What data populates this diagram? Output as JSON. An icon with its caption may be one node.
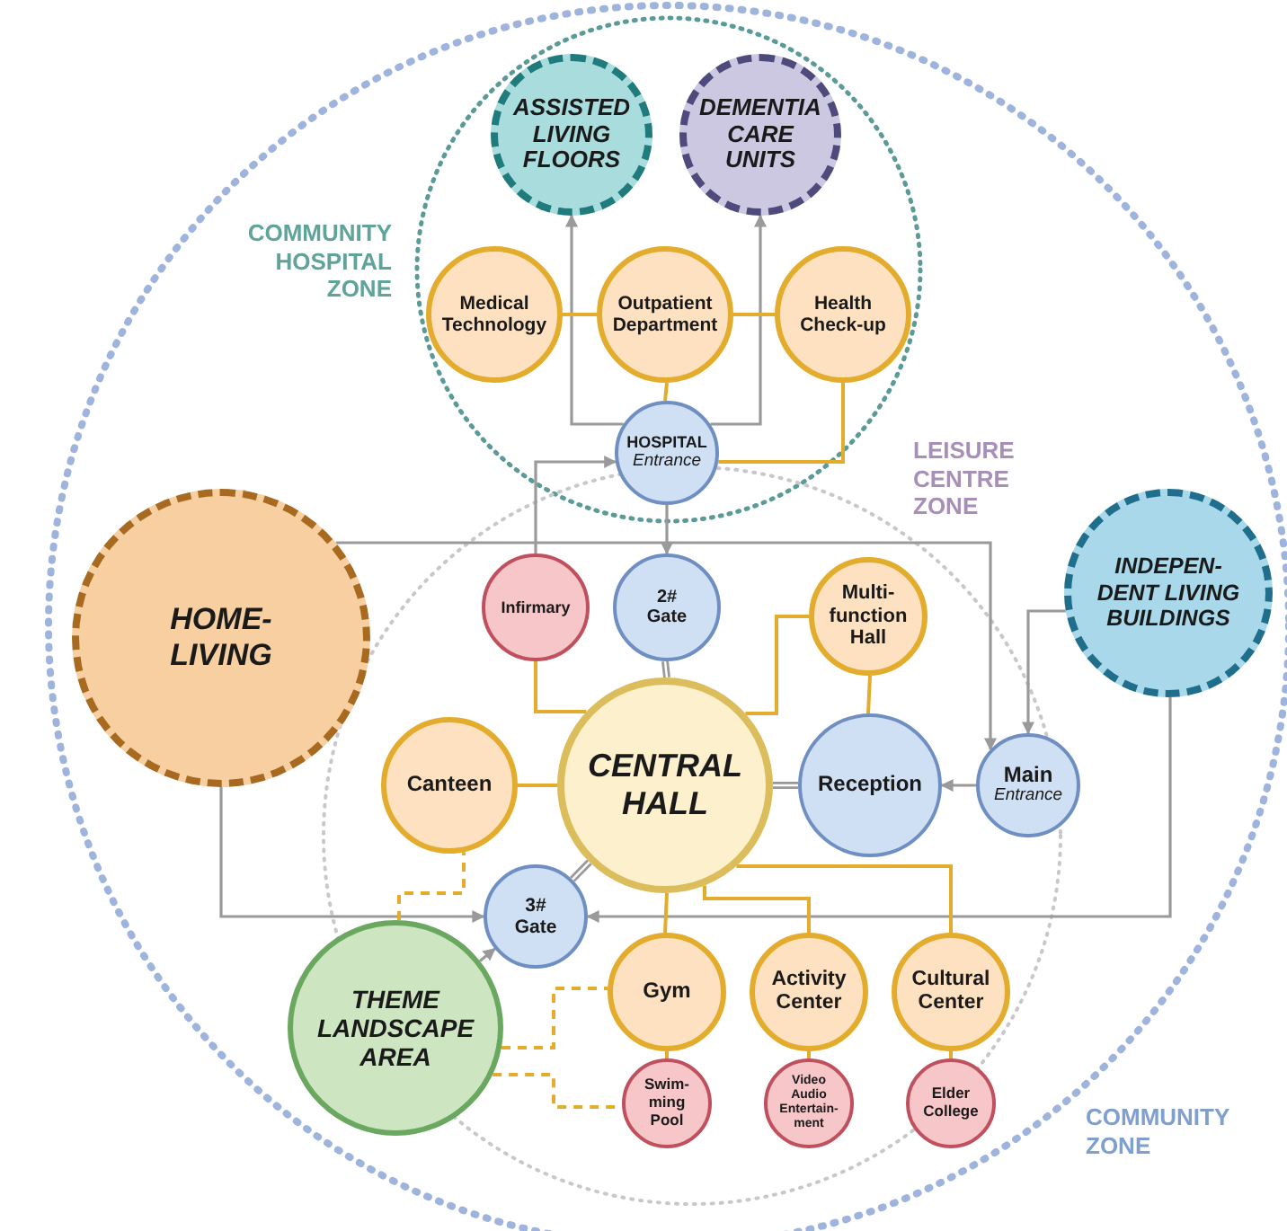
{
  "diagram": {
    "nodes": [
      {
        "text": [
          "ASSISTED LIVING FLOORS"
        ]
      },
      {
        "text": [
          "DEMENTIA CARE UNITS"
        ]
      },
      {
        "text": [
          "Medical Technology"
        ]
      },
      {
        "text": [
          "Outpatient Department"
        ]
      },
      {
        "text": [
          "Health Check-up"
        ]
      },
      {
        "text": [
          "HOSPITAL",
          "Entrance"
        ]
      },
      {
        "text": [
          "HOME- LIVING"
        ]
      },
      {
        "text": [
          "Infirmary"
        ]
      },
      {
        "text": [
          "2# Gate"
        ]
      },
      {
        "text": [
          "Multi- function Hall"
        ]
      },
      {
        "text": [
          "INDEPEN- DENT LIVING BUILDINGS"
        ]
      },
      {
        "text": [
          "Canteen"
        ]
      },
      {
        "text": [
          "CENTRAL HALL"
        ]
      },
      {
        "text": [
          "Reception"
        ]
      },
      {
        "text": [
          "Main",
          "Entrance"
        ]
      },
      {
        "text": [
          "3# Gate"
        ]
      },
      {
        "text": [
          "THEME LANDSCAPE AREA"
        ]
      },
      {
        "text": [
          "Gym"
        ]
      },
      {
        "text": [
          "Activity Center"
        ]
      },
      {
        "text": [
          "Cultural Center"
        ]
      },
      {
        "text": [
          "Swim- ming Pool"
        ]
      },
      {
        "text": [
          "Video Audio Entertain- ment"
        ]
      },
      {
        "text": [
          "Elder College"
        ]
      }
    ],
    "edges": [
      {
        "from": 5,
        "to": 0,
        "arrow": "to",
        "color": "#9a9a9a"
      },
      {
        "from": 5,
        "to": 1,
        "arrow": "to",
        "color": "#9a9a9a"
      },
      {
        "from": 2,
        "to": 3,
        "arrow": "none"
      },
      {
        "from": 3,
        "to": 4,
        "arrow": "none"
      },
      {
        "from": 3,
        "to": 5,
        "arrow": "none"
      },
      {
        "from": 4,
        "to": 5,
        "arrow": "none"
      },
      {
        "from": 5,
        "to": 8,
        "arrow": "to",
        "color": "#9a9a9a"
      },
      {
        "from": 7,
        "to": 5,
        "arrow": "to",
        "color": "#9a9a9a"
      },
      {
        "from": 6,
        "to": 14,
        "arrow": "to",
        "color": "#9a9a9a"
      },
      {
        "from": 6,
        "to": 15,
        "arrow": "to",
        "color": "#9a9a9a"
      },
      {
        "from": 10,
        "to": 14,
        "arrow": "to",
        "color": "#9a9a9a"
      },
      {
        "from": 10,
        "to": 15,
        "arrow": "to",
        "color": "#9a9a9a"
      },
      {
        "from": 14,
        "to": 13,
        "arrow": "to",
        "color": "#9a9a9a"
      },
      {
        "from": 12,
        "to": 13,
        "arrow": "none",
        "style": "thick",
        "color": "#9a9a9a"
      },
      {
        "from": 8,
        "to": 12,
        "arrow": "none",
        "style": "thick",
        "color": "#9a9a9a"
      },
      {
        "from": 15,
        "to": 12,
        "arrow": "none",
        "style": "thick",
        "color": "#9a9a9a"
      },
      {
        "from": 7,
        "to": 12,
        "arrow": "none"
      },
      {
        "from": 12,
        "to": 9,
        "arrow": "none"
      },
      {
        "from": 9,
        "to": 13,
        "arrow": "none"
      },
      {
        "from": 11,
        "to": 12,
        "arrow": "none"
      },
      {
        "from": 12,
        "to": 17,
        "arrow": "none"
      },
      {
        "from": 12,
        "to": 18,
        "arrow": "none"
      },
      {
        "from": 12,
        "to": 19,
        "arrow": "none"
      },
      {
        "from": 17,
        "to": 20,
        "arrow": "none"
      },
      {
        "from": 18,
        "to": 21,
        "arrow": "none"
      },
      {
        "from": 19,
        "to": 22,
        "arrow": "none"
      },
      {
        "from": 16,
        "to": 15,
        "arrow": "to",
        "color": "#9a9a9a"
      },
      {
        "from": 16,
        "to": 11,
        "arrow": "none",
        "style": "dashed"
      },
      {
        "from": 16,
        "to": 17,
        "arrow": "none",
        "style": "dashed"
      },
      {
        "from": 16,
        "to": 20,
        "arrow": "none",
        "style": "dashed"
      }
    ],
    "labels": [
      "COMMUNITY HOSPITAL ZONE",
      "LEISURE CENTRE ZONE",
      "COMMUNITY ZONE"
    ]
  }
}
